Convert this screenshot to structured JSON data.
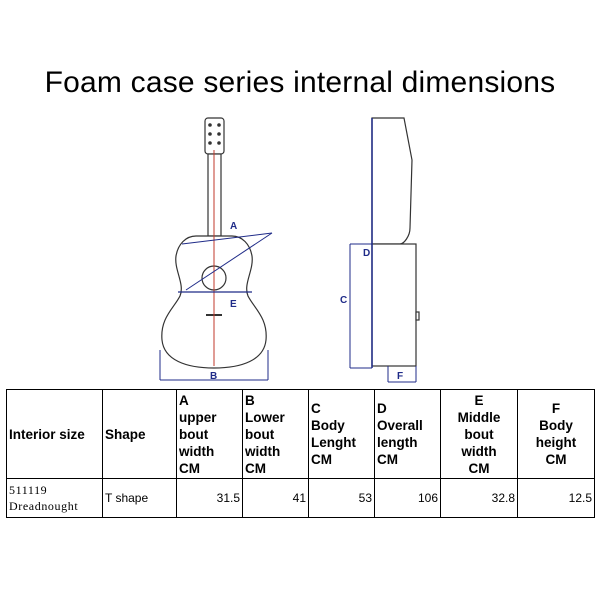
{
  "title": "Foam case series internal dimensions",
  "diagram_labels": {
    "upper_bout": "A",
    "lower_bout": "B",
    "body_length": "C",
    "overall_length": "D",
    "middle_bout": "E",
    "body_height": "F"
  },
  "colors": {
    "dimension_lines": "#1f2b88",
    "center_line": "#c0392b",
    "outline": "#333333"
  },
  "table": {
    "headers": {
      "interior_size": "Interior size",
      "shape": "Shape",
      "a": {
        "letter": "A",
        "line1": "upper",
        "line2": "bout",
        "line3": "width",
        "line4": "CM"
      },
      "b": {
        "letter": "B",
        "line1": "Lower",
        "line2": "bout",
        "line3": "width",
        "line4": "CM"
      },
      "c": {
        "letter": "C",
        "line1": "Body",
        "line2": "Lenght",
        "line3": "CM"
      },
      "d": {
        "letter": "D",
        "line1": "Overall",
        "line2": "length",
        "line3": "CM"
      },
      "e": {
        "letter": "E",
        "line1": "Middle",
        "line2": "bout",
        "line3": "width",
        "line4": "CM"
      },
      "f": {
        "letter": "F",
        "line1": "Body",
        "line2": "height",
        "line3": "CM"
      }
    },
    "row": {
      "size_line1": "511119",
      "size_line2": "Dreadnought",
      "shape": "T shape",
      "a": "31.5",
      "b": "41",
      "c": "53",
      "d": "106",
      "e": "32.8",
      "f": "12.5"
    }
  }
}
